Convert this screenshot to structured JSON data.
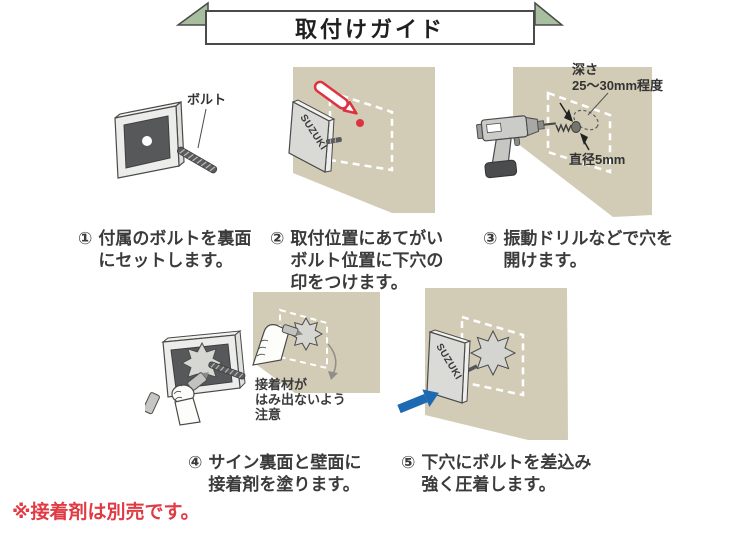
{
  "title": "取付けガイド",
  "steps": [
    {
      "num": "①",
      "lines": [
        "付属のボルトを裏面",
        "にセットします。"
      ]
    },
    {
      "num": "②",
      "lines": [
        "取付位置にあてがい",
        "ボルト位置に下穴の",
        "印をつけます。"
      ]
    },
    {
      "num": "③",
      "lines": [
        "振動ドリルなどで穴を",
        "開けます。"
      ]
    },
    {
      "num": "④",
      "lines": [
        "サイン裏面と壁面に",
        "接着剤を塗ります。"
      ]
    },
    {
      "num": "⑤",
      "lines": [
        "下穴にボルトを差込み",
        "強く圧着します。"
      ]
    }
  ],
  "labels": {
    "bolt": "ボルト",
    "depth_line1": "深さ",
    "depth_line2": "25〜30mm程度",
    "diameter": "直径5mm",
    "glue_note_lines": [
      "接着材が",
      "はみ出ないよう",
      "注意"
    ],
    "sign_text": "SUZUKI"
  },
  "footnote": "※接着剤は別売です。",
  "colors": {
    "banner_green": "#a7bf9e",
    "wall_beige": "#d2ccb6",
    "marker_red": "#dd3340",
    "arrow_blue": "#1e6ab2",
    "footnote_red": "#e03a44",
    "text_dark": "#3b3b3b"
  }
}
